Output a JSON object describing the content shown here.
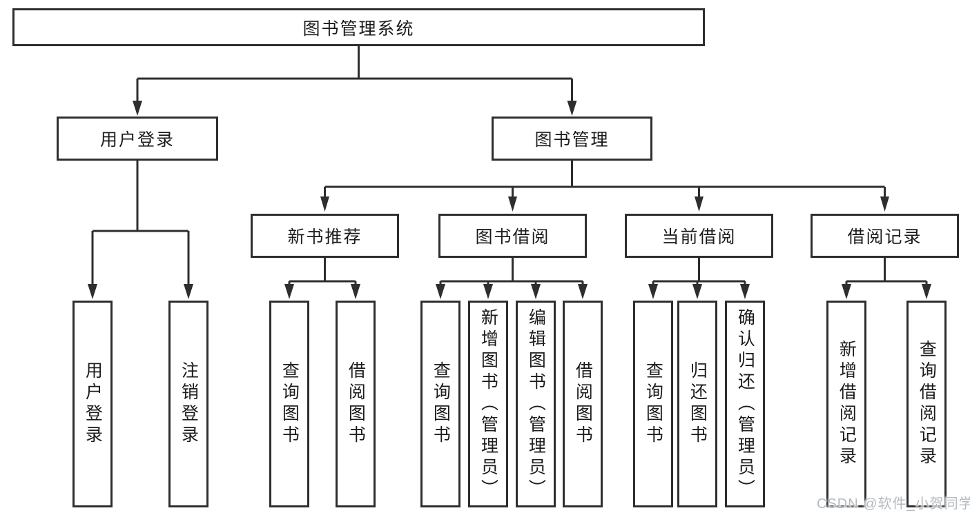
{
  "colors": {
    "line": "#2e2e2e",
    "text": "#1c1c1c",
    "background": "#ffffff",
    "watermark": "#b4b9be"
  },
  "watermark": {
    "text": "CSDN @软件_小贺同学"
  },
  "tree": {
    "root": {
      "label": "图书管理系统",
      "children": [
        {
          "label": "用户登录",
          "children": [
            {
              "label": "用户登录"
            },
            {
              "label": "注销登录"
            }
          ]
        },
        {
          "label": "图书管理",
          "children": [
            {
              "label": "新书推荐",
              "children": [
                {
                  "label": "查询图书"
                },
                {
                  "label": "借阅图书"
                }
              ]
            },
            {
              "label": "图书借阅",
              "children": [
                {
                  "label": "查询图书"
                },
                {
                  "label": "新增图书（管理员）"
                },
                {
                  "label": "编辑图书（管理员）"
                },
                {
                  "label": "借阅图书"
                }
              ]
            },
            {
              "label": "当前借阅",
              "children": [
                {
                  "label": "查询图书"
                },
                {
                  "label": "归还图书"
                },
                {
                  "label": "确认归还（管理员）"
                }
              ]
            },
            {
              "label": "借阅记录",
              "children": [
                {
                  "label": "新增借阅记录"
                },
                {
                  "label": "查询借阅记录"
                }
              ]
            }
          ]
        }
      ]
    }
  }
}
